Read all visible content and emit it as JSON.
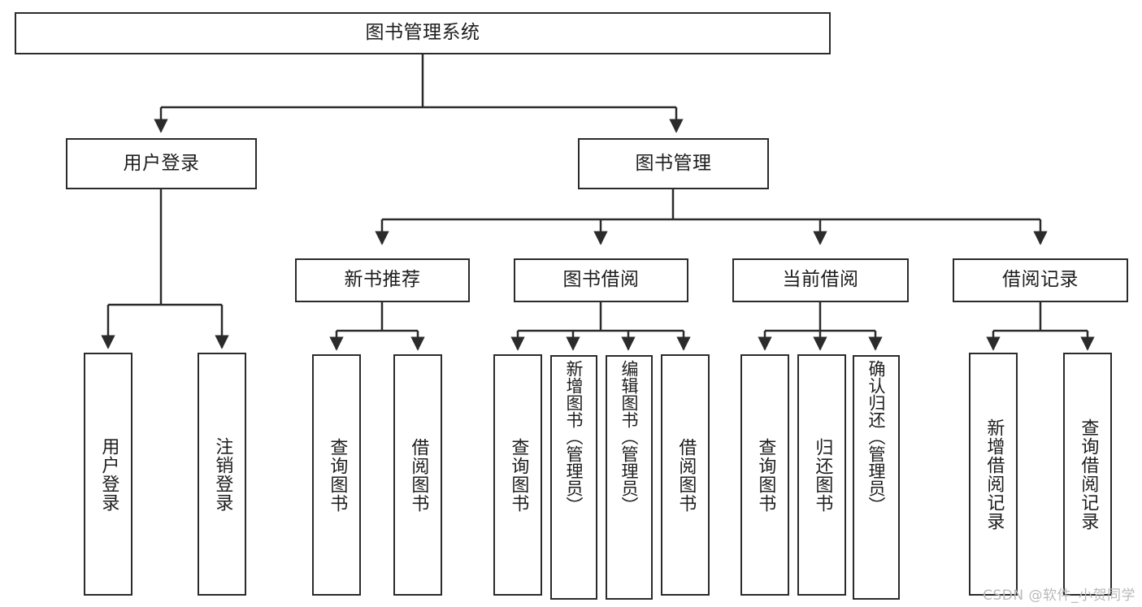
{
  "diagram": {
    "title": "图书管理系统",
    "watermark": "CSDN @软件_小贺同学",
    "line_color": "#2b2b2b",
    "box_fill": "#ffffff",
    "text_color": "#1d1d1d",
    "watermark_color": "#b9b9b9"
  },
  "nodes": {
    "root": {
      "label": "图书管理系统"
    },
    "level2": [
      {
        "label": "用户登录"
      },
      {
        "label": "图书管理"
      }
    ],
    "level3": [
      {
        "label": "新书推荐"
      },
      {
        "label": "图书借阅"
      },
      {
        "label": "当前借阅"
      },
      {
        "label": "借阅记录"
      }
    ],
    "leaves": {
      "user_login": [
        {
          "label": "用户登录"
        },
        {
          "label": "注销登录"
        }
      ],
      "new_book": [
        {
          "label": "查询图书"
        },
        {
          "label": "借阅图书"
        }
      ],
      "book_borrow": [
        {
          "label": "查询图书"
        },
        {
          "label": "新增图书（管理员）"
        },
        {
          "label": "编辑图书（管理员）"
        },
        {
          "label": "借阅图书"
        }
      ],
      "current_borrow": [
        {
          "label": "查询图书"
        },
        {
          "label": "归还图书"
        },
        {
          "label": "确认归还（管理员）"
        }
      ],
      "borrow_record": [
        {
          "label": "新增借阅记录"
        },
        {
          "label": "查询借阅记录"
        }
      ]
    }
  }
}
